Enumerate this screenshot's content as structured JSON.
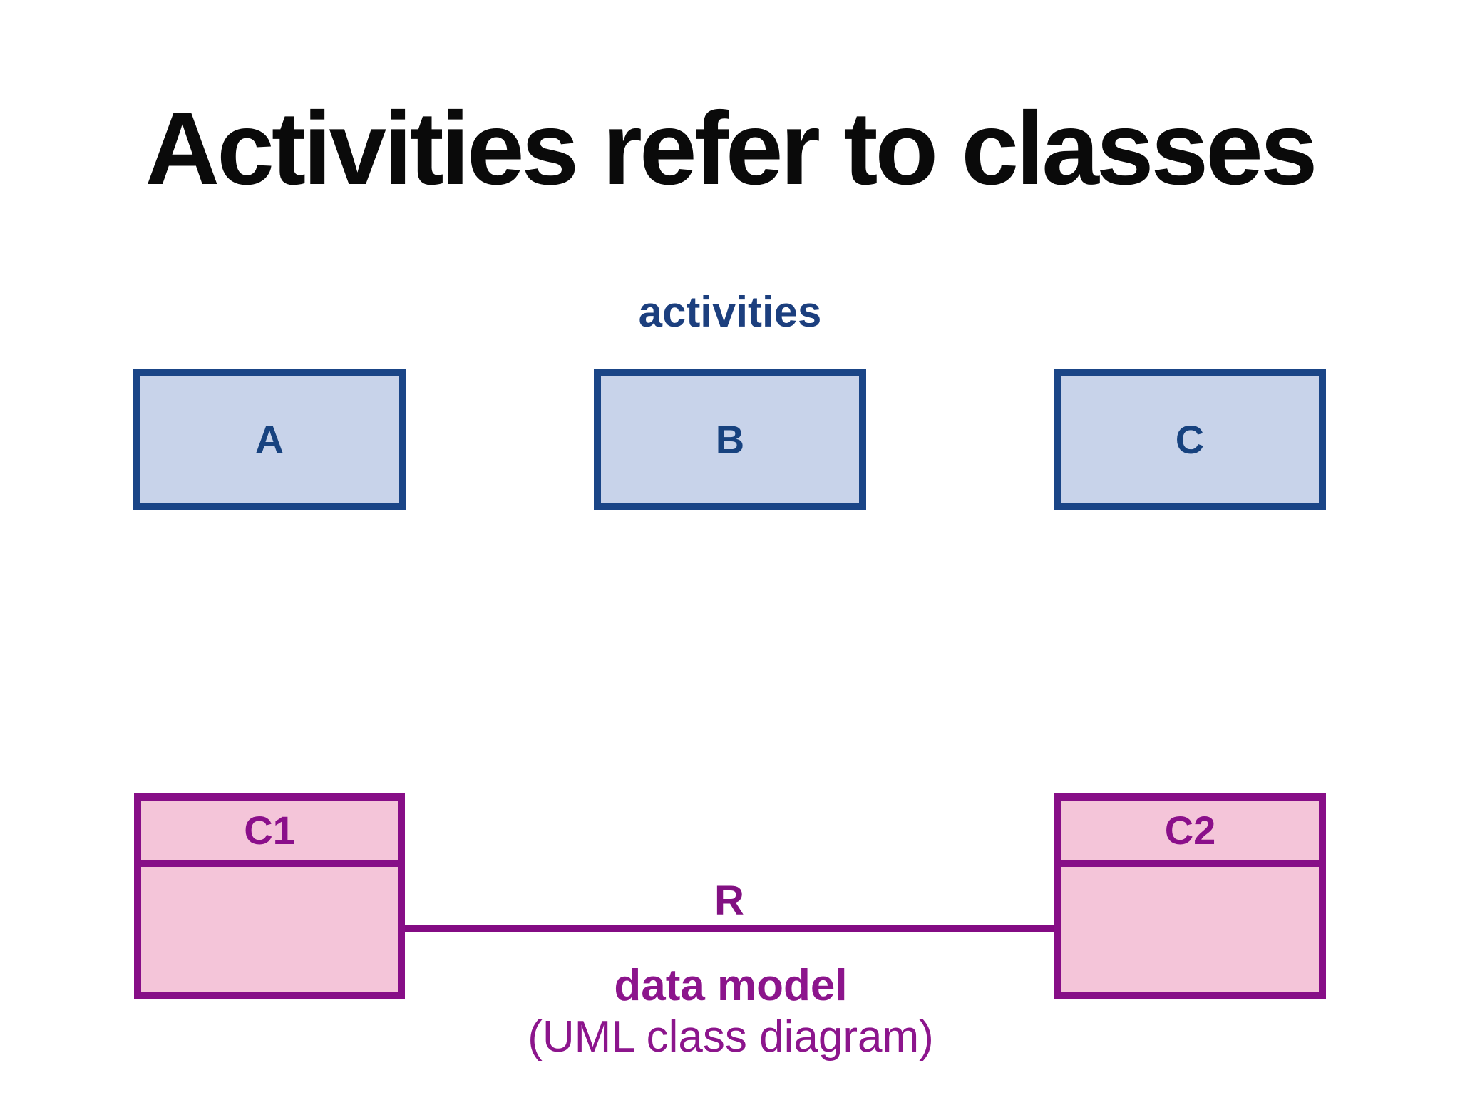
{
  "slide": {
    "title": "Activities refer to classes",
    "activities_caption": "activities",
    "relation_label": "R",
    "data_model_caption_line1": "data model",
    "data_model_caption_line2": "(UML class diagram)"
  },
  "activities": [
    {
      "label": "A"
    },
    {
      "label": "B"
    },
    {
      "label": "C"
    }
  ],
  "data_model_classes": [
    {
      "label": "C1",
      "attributes": ""
    },
    {
      "label": "C2",
      "attributes": ""
    }
  ],
  "relation": {
    "label": "R",
    "from": "C1",
    "to": "C2"
  },
  "colors": {
    "background": "#ffffff",
    "title_text": "#0a0a0a",
    "activity_fill": "#c8d3ea",
    "activity_border": "#1a4587",
    "activity_text": "#17427f",
    "activities_caption_text": "#1c3f7e",
    "class_fill": "#f4c5d9",
    "class_border": "#870e87",
    "class_text": "#8a0f8a",
    "relation_line": "#830b83",
    "caption_text": "#8c158c"
  }
}
